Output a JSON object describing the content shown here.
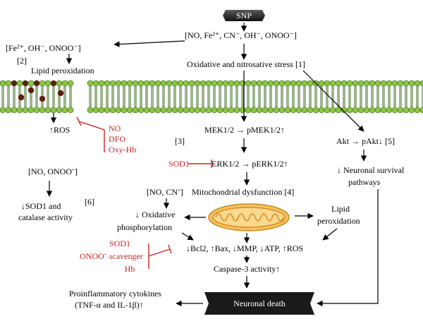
{
  "nodes": {
    "snp": "SNP",
    "sources_top": "[NO, Fe²⁺, CN⁻, OH⁻, ONOO⁻]",
    "fe_group": "[Fe²⁺, OH⁻, ONOO⁻]",
    "ref2": "[2]",
    "lipid_perox_top": "Lipid peroxidation",
    "ox_stress": "Oxidative and nitrosative stress [1]",
    "ros": "↑ROS",
    "scavengers_left": [
      "NO",
      "DFO",
      "Oxy-Hb"
    ],
    "mek": "MEK1/2 → pMEK1/2↑",
    "ref3": "[3]",
    "sod1_erk": "SOD1",
    "erk": "ERK1/2 → pERK1/2↑",
    "akt": "Akt → pAkt↓ [5]",
    "neuronal_survival": [
      "↓ Neuronal survival",
      "pathways"
    ],
    "no_onoo": "[NO, ONOOˉ]",
    "sod1_catalase": [
      "↓SOD1 and",
      "catalase activity"
    ],
    "ref6": "[6]",
    "mito_dysfunction": "Mitochondrial dysfunction [4]",
    "no_cn": "[NO, CNˉ]",
    "ox_phos": [
      "↓ Oxidative",
      "phosphorylation"
    ],
    "lipid_perox_right": [
      "Lipid",
      "peroxidation"
    ],
    "bcl2_line": "↓Bcl2, ↑Bax, ↓MMP, ↓ATP, ↑ROS",
    "scavengers_bottom": [
      "SOD1",
      "ONOOˉ scavenger",
      "Hb"
    ],
    "caspase": "Caspase-3 activity↑",
    "cytokines": [
      "Proinflammatory cytokines",
      "(TNF-α and IL-1β)↑"
    ],
    "neuronal_death": "Neuronal death"
  },
  "colors": {
    "membrane_head": "#8dc63f",
    "membrane_tail": "#3a6b1e",
    "damaged_head": "#5c1f0e",
    "mito_outer": "#f2c462",
    "mito_inner": "#e08a1e",
    "mito_matrix": "#f7d98f",
    "inhibitor_red": "#d22222",
    "box_dark": "#1a1a1a"
  }
}
